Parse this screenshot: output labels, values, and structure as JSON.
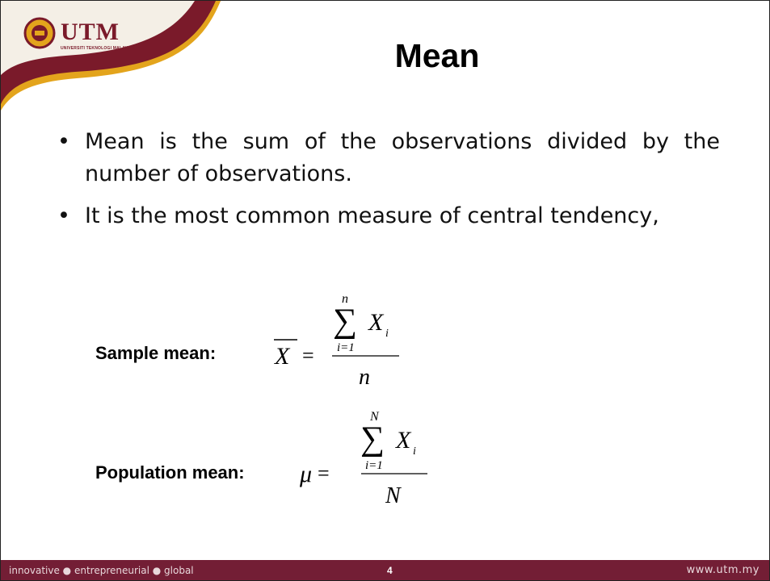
{
  "logo": {
    "name": "UTM",
    "subtitle": "UNIVERSITI TEKNOLOGI MALAYSIA"
  },
  "slide": {
    "title": "Mean",
    "bullets": [
      "Mean is the sum of the observations divided by the number of observations.",
      "It is the most common measure of central tendency,"
    ]
  },
  "formulas": {
    "sample": {
      "label": "Sample mean:",
      "lhs": "X",
      "operator": "=",
      "sum_upper": "n",
      "sum_lower": "i=1",
      "term": "X",
      "term_sub": "i",
      "denominator": "n"
    },
    "population": {
      "label": "Population mean:",
      "lhs": "μ",
      "operator": "=",
      "sum_upper": "N",
      "sum_lower": "i=1",
      "term": "X",
      "term_sub": "i",
      "denominator": "N"
    }
  },
  "footer": {
    "tagline": "innovative ● entrepreneurial ● global",
    "page_number": "4",
    "url": "www.utm.my"
  },
  "colors": {
    "brand_maroon": "#731e35",
    "brand_gold": "#e3a41c"
  }
}
